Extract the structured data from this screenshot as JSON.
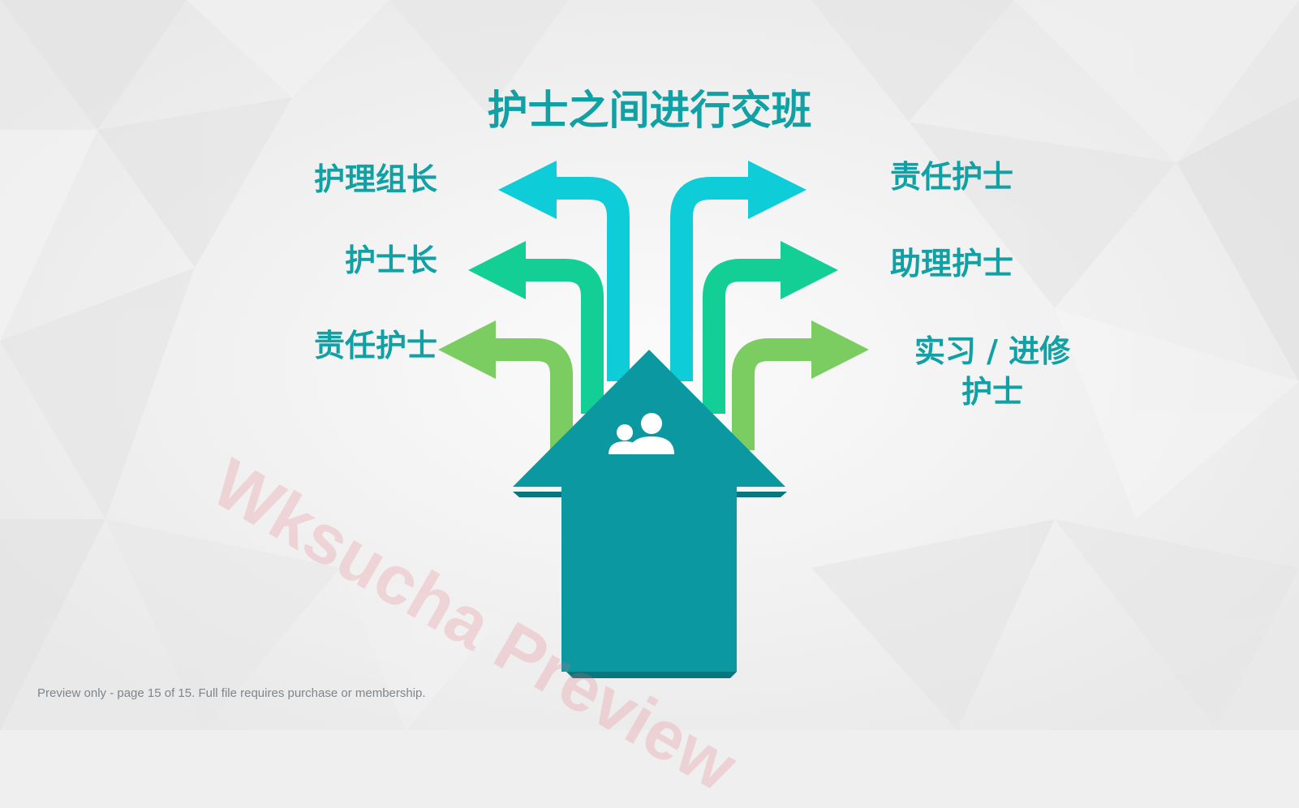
{
  "title": "护士之间进行交班",
  "left_labels": [
    "护理组长",
    "护士长",
    "责任护士"
  ],
  "right_labels": [
    "责任护士",
    "助理护士",
    "实习 / 进修护士"
  ],
  "center_icon": "users-icon",
  "watermark": "Wksucha Preview",
  "footer": "Preview only - page 15 of 15. Full file requires purchase or membership.",
  "colors": {
    "title": "#11a0a3",
    "main_arrow": "#0c98a1",
    "arrow_cyan": "#0ecdd9",
    "arrow_teal": "#14cf95",
    "arrow_green": "#7bcc61"
  }
}
